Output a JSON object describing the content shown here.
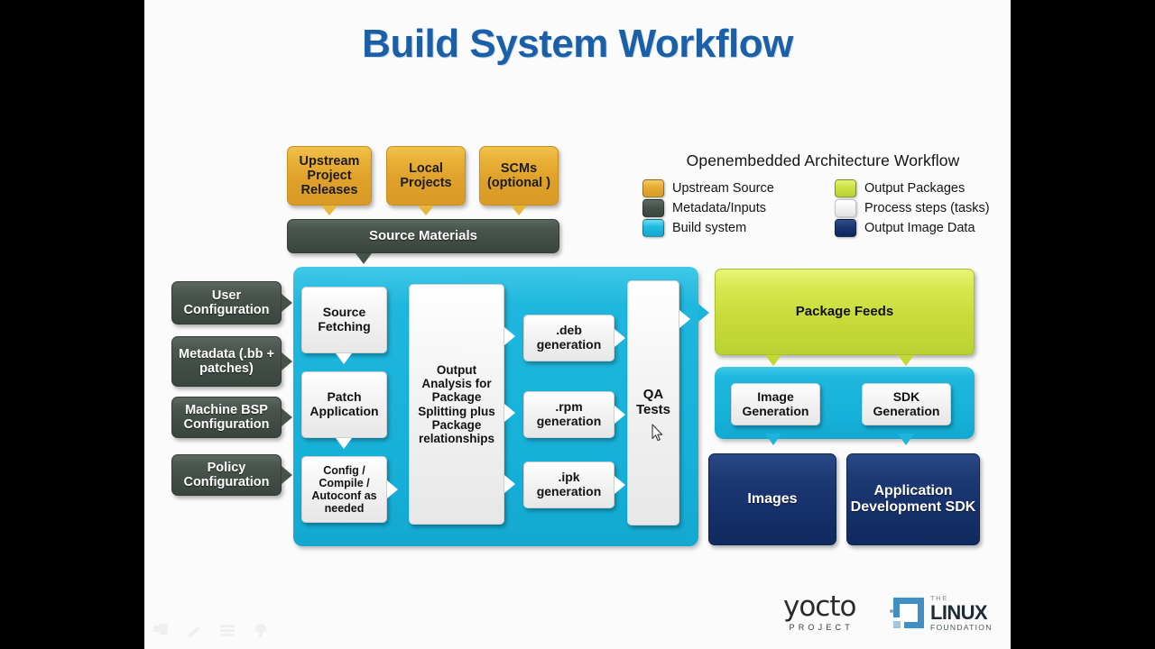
{
  "slide": {
    "title": "Build System Workflow",
    "title_color": "#1a5fa8"
  },
  "sources": {
    "items": [
      {
        "label": "Upstream Project Releases"
      },
      {
        "label": "Local Projects"
      },
      {
        "label": "SCMs (optional )"
      }
    ],
    "collector_label": "Source Materials"
  },
  "inputs": {
    "items": [
      {
        "label": "User Configuration"
      },
      {
        "label": "Metadata (.bb + patches)"
      },
      {
        "label": "Machine BSP Configuration"
      },
      {
        "label": "Policy Configuration"
      }
    ]
  },
  "build": {
    "fetch_steps": [
      {
        "label": "Source Fetching"
      },
      {
        "label": "Patch Application"
      },
      {
        "label": "Config / Compile / Autoconf as needed"
      }
    ],
    "analysis_label": "Output Analysis for Package Splitting plus Package relationships",
    "package_steps": [
      {
        "label": ".deb generation"
      },
      {
        "label": ".rpm generation"
      },
      {
        "label": ".ipk generation"
      }
    ],
    "qa_label": "QA Tests"
  },
  "outputs": {
    "package_feeds_label": "Package Feeds",
    "generation_steps": [
      {
        "label": "Image Generation"
      },
      {
        "label": "SDK Generation"
      }
    ],
    "artifacts": [
      {
        "label": "Images"
      },
      {
        "label": "Application Development SDK"
      }
    ]
  },
  "legend": {
    "title": "Openembedded Architecture Workflow",
    "left": [
      {
        "label": "Upstream Source",
        "color": "#e6ae34",
        "swatch": "sw-orange"
      },
      {
        "label": "Metadata/Inputs",
        "color": "#46524a",
        "swatch": "sw-slate"
      },
      {
        "label": "Build system",
        "color": "#23bde1",
        "swatch": "sw-cyan"
      }
    ],
    "right": [
      {
        "label": "Output Packages",
        "color": "#cbe043",
        "swatch": "sw-green"
      },
      {
        "label": "Process steps (tasks)",
        "color": "#f2f2f2",
        "swatch": "sw-white"
      },
      {
        "label": "Output Image Data",
        "color": "#1a3670",
        "swatch": "sw-navy"
      }
    ]
  },
  "footer": {
    "yocto_word": "yocto",
    "yocto_sub": "PROJECT",
    "lf_the": "THE",
    "lf_name": "LINUX",
    "lf_sub": "FOUNDATION"
  },
  "toolbar": {
    "icons": [
      {
        "name": "pointer-icon"
      },
      {
        "name": "pen-icon"
      },
      {
        "name": "list-icon"
      },
      {
        "name": "stamp-icon"
      }
    ]
  }
}
